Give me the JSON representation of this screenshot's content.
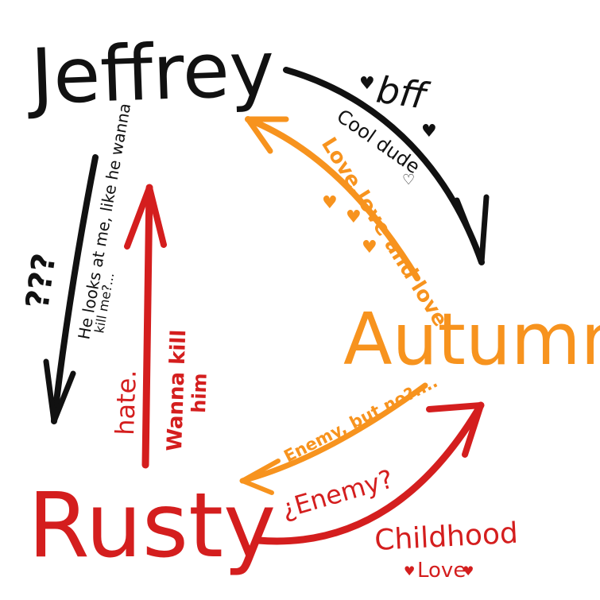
{
  "colors": {
    "black": "#111111",
    "orange": "#f7931e",
    "red": "#d41e1e"
  },
  "nodes": {
    "jeffrey": "Jeffrey",
    "autumn": "Autumn",
    "rusty": "Rusty"
  },
  "labels": {
    "jeffrey_to_autumn_main": "bff",
    "jeffrey_to_autumn_sub": "Cool dude",
    "autumn_to_jeffrey": "Love,love and love",
    "jeffrey_to_rusty_main": "???",
    "jeffrey_to_rusty_sub_1": "He looks at me, like he wanna",
    "jeffrey_to_rusty_sub_2": "kill me?...",
    "rusty_to_jeffrey_main": "hate.",
    "rusty_to_jeffrey_sub_1": "Wanna kill",
    "rusty_to_jeffrey_sub_2": "him",
    "autumn_to_rusty": "Enemy, but no?....",
    "rusty_to_autumn_main": "¿Enemy?",
    "rusty_to_autumn_sub_1": "Childhood",
    "rusty_to_autumn_sub_2": "Love"
  }
}
